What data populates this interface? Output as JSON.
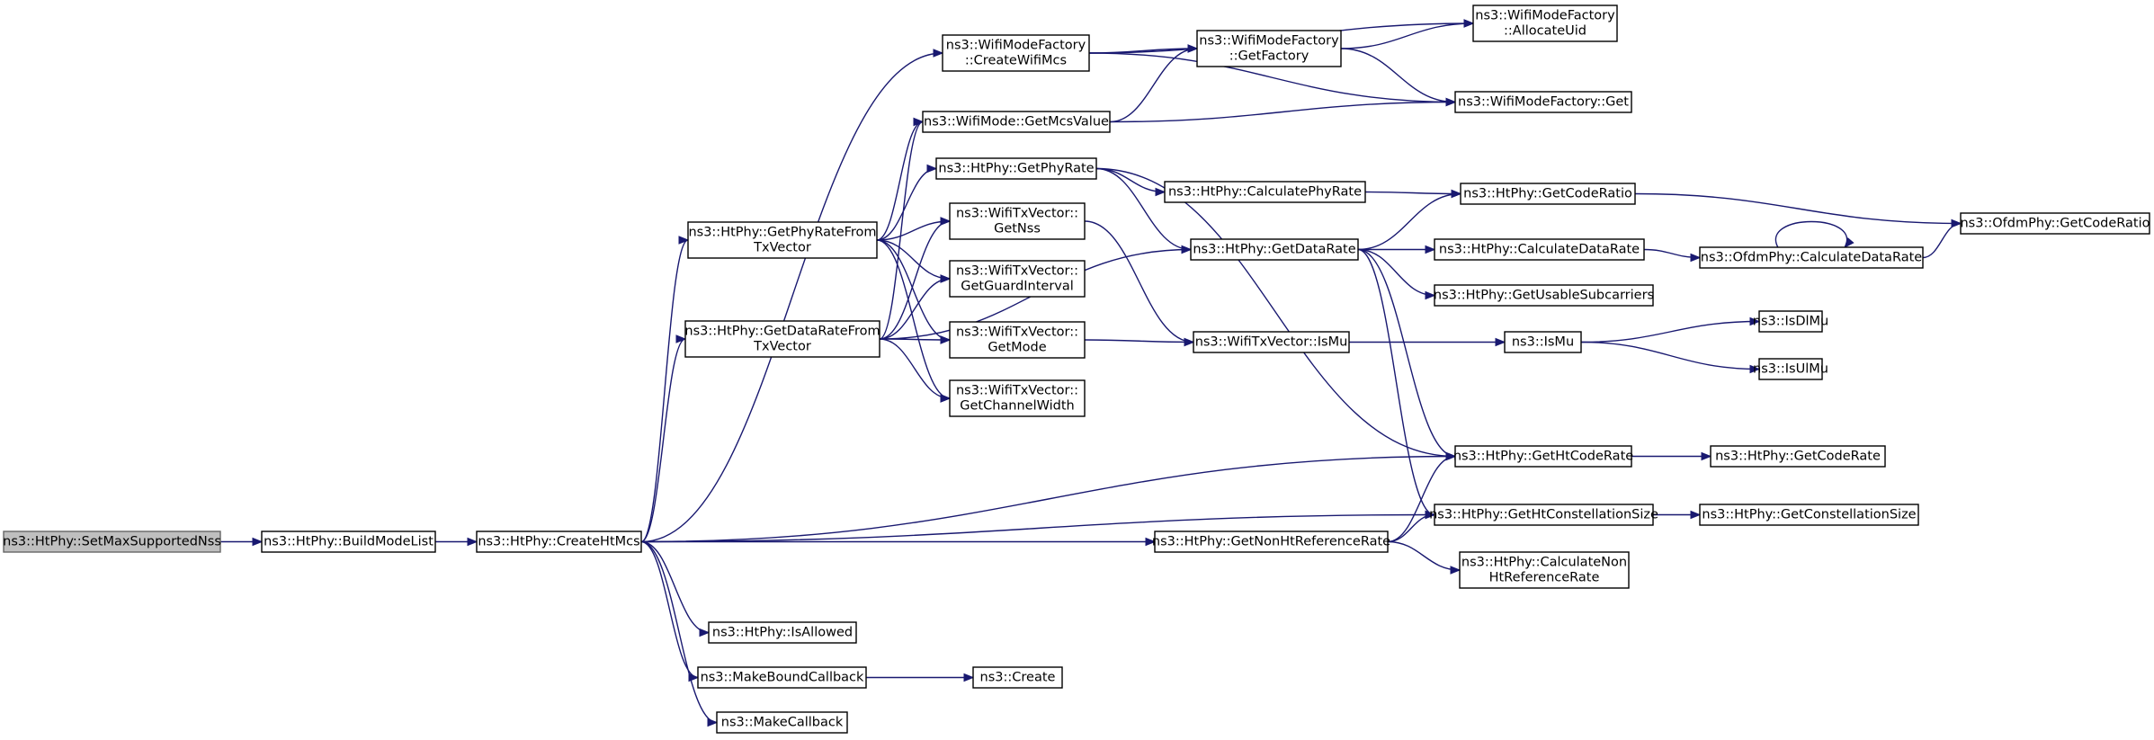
{
  "diagram": {
    "nodes": [
      {
        "id": "SetMaxSupportedNss",
        "lines": [
          "ns3::HtPhy::SetMaxSupportedNss"
        ]
      },
      {
        "id": "BuildModeList",
        "lines": [
          "ns3::HtPhy::BuildModeList"
        ]
      },
      {
        "id": "CreateHtMcs",
        "lines": [
          "ns3::HtPhy::CreateHtMcs"
        ]
      },
      {
        "id": "CreateWifiMcs",
        "lines": [
          "ns3::WifiModeFactory",
          "::CreateWifiMcs"
        ]
      },
      {
        "id": "AllocateUid",
        "lines": [
          "ns3::WifiModeFactory",
          "::AllocateUid"
        ]
      },
      {
        "id": "GetFactory",
        "lines": [
          "ns3::WifiModeFactory",
          "::GetFactory"
        ]
      },
      {
        "id": "FactoryGet",
        "lines": [
          "ns3::WifiModeFactory::Get"
        ]
      },
      {
        "id": "GetMcsValue",
        "lines": [
          "ns3::WifiMode::GetMcsValue"
        ]
      },
      {
        "id": "GetPhyRate",
        "lines": [
          "ns3::HtPhy::GetPhyRate"
        ]
      },
      {
        "id": "CalculatePhyRate",
        "lines": [
          "ns3::HtPhy::CalculatePhyRate"
        ]
      },
      {
        "id": "GetCodeRatio",
        "lines": [
          "ns3::HtPhy::GetCodeRatio"
        ]
      },
      {
        "id": "OfdmGetCodeRatio",
        "lines": [
          "ns3::OfdmPhy::GetCodeRatio"
        ]
      },
      {
        "id": "GetNss",
        "lines": [
          "ns3::WifiTxVector::",
          "GetNss"
        ]
      },
      {
        "id": "GetDataRate",
        "lines": [
          "ns3::HtPhy::GetDataRate"
        ]
      },
      {
        "id": "CalculateDataRate",
        "lines": [
          "ns3::HtPhy::CalculateDataRate"
        ]
      },
      {
        "id": "OfdmCalculateDataRate",
        "lines": [
          "ns3::OfdmPhy::CalculateDataRate"
        ]
      },
      {
        "id": "GetUsableSubcarriers",
        "lines": [
          "ns3::HtPhy::GetUsableSubcarriers"
        ]
      },
      {
        "id": "GetPhyRateFromTxVector",
        "lines": [
          "ns3::HtPhy::GetPhyRateFrom",
          "TxVector"
        ]
      },
      {
        "id": "GetGuardInterval",
        "lines": [
          "ns3::WifiTxVector::",
          "GetGuardInterval"
        ]
      },
      {
        "id": "GetDataRateFromTxVector",
        "lines": [
          "ns3::HtPhy::GetDataRateFrom",
          "TxVector"
        ]
      },
      {
        "id": "GetMode",
        "lines": [
          "ns3::WifiTxVector::",
          "GetMode"
        ]
      },
      {
        "id": "IsMuTx",
        "lines": [
          "ns3::WifiTxVector::IsMu"
        ]
      },
      {
        "id": "IsMu",
        "lines": [
          "ns3::IsMu"
        ]
      },
      {
        "id": "IsDlMu",
        "lines": [
          "ns3::IsDlMu"
        ]
      },
      {
        "id": "IsUlMu",
        "lines": [
          "ns3::IsUlMu"
        ]
      },
      {
        "id": "GetChannelWidth",
        "lines": [
          "ns3::WifiTxVector::",
          "GetChannelWidth"
        ]
      },
      {
        "id": "GetHtCodeRate",
        "lines": [
          "ns3::HtPhy::GetHtCodeRate"
        ]
      },
      {
        "id": "GetCodeRate",
        "lines": [
          "ns3::HtPhy::GetCodeRate"
        ]
      },
      {
        "id": "GetNonHtReferenceRate",
        "lines": [
          "ns3::HtPhy::GetNonHtReferenceRate"
        ]
      },
      {
        "id": "GetHtConstellationSize",
        "lines": [
          "ns3::HtPhy::GetHtConstellationSize"
        ]
      },
      {
        "id": "GetConstellationSize",
        "lines": [
          "ns3::HtPhy::GetConstellationSize"
        ]
      },
      {
        "id": "CalculateNonHtReferenceRate",
        "lines": [
          "ns3::HtPhy::CalculateNon",
          "HtReferenceRate"
        ]
      },
      {
        "id": "IsAllowed",
        "lines": [
          "ns3::HtPhy::IsAllowed"
        ]
      },
      {
        "id": "MakeBoundCallback",
        "lines": [
          "ns3::MakeBoundCallback"
        ]
      },
      {
        "id": "Create",
        "lines": [
          "ns3::Create"
        ]
      },
      {
        "id": "MakeCallback",
        "lines": [
          "ns3::MakeCallback"
        ]
      }
    ],
    "edges": [
      [
        "SetMaxSupportedNss",
        "BuildModeList"
      ],
      [
        "BuildModeList",
        "CreateHtMcs"
      ],
      [
        "CreateHtMcs",
        "CreateWifiMcs"
      ],
      [
        "CreateHtMcs",
        "GetPhyRateFromTxVector"
      ],
      [
        "CreateHtMcs",
        "GetDataRateFromTxVector"
      ],
      [
        "CreateHtMcs",
        "GetHtCodeRate"
      ],
      [
        "CreateHtMcs",
        "GetNonHtReferenceRate"
      ],
      [
        "CreateHtMcs",
        "GetHtConstellationSize"
      ],
      [
        "CreateHtMcs",
        "IsAllowed"
      ],
      [
        "CreateHtMcs",
        "MakeBoundCallback"
      ],
      [
        "CreateHtMcs",
        "MakeCallback"
      ],
      [
        "CreateWifiMcs",
        "AllocateUid"
      ],
      [
        "CreateWifiMcs",
        "GetFactory"
      ],
      [
        "CreateWifiMcs",
        "FactoryGet"
      ],
      [
        "GetFactory",
        "AllocateUid"
      ],
      [
        "GetFactory",
        "FactoryGet"
      ],
      [
        "GetMcsValue",
        "GetFactory"
      ],
      [
        "GetMcsValue",
        "FactoryGet"
      ],
      [
        "GetPhyRate",
        "CalculatePhyRate"
      ],
      [
        "GetPhyRate",
        "GetDataRate"
      ],
      [
        "GetPhyRate",
        "GetHtCodeRate"
      ],
      [
        "CalculatePhyRate",
        "GetCodeRatio"
      ],
      [
        "GetCodeRatio",
        "OfdmGetCodeRatio"
      ],
      [
        "GetDataRate",
        "GetCodeRatio"
      ],
      [
        "GetDataRate",
        "CalculateDataRate"
      ],
      [
        "GetDataRate",
        "GetUsableSubcarriers"
      ],
      [
        "GetDataRate",
        "GetHtCodeRate"
      ],
      [
        "GetDataRate",
        "GetHtConstellationSize"
      ],
      [
        "CalculateDataRate",
        "OfdmCalculateDataRate"
      ],
      [
        "OfdmCalculateDataRate",
        "OfdmCalculateDataRate"
      ],
      [
        "OfdmCalculateDataRate",
        "OfdmGetCodeRatio"
      ],
      [
        "GetPhyRateFromTxVector",
        "GetMcsValue"
      ],
      [
        "GetPhyRateFromTxVector",
        "GetPhyRate"
      ],
      [
        "GetPhyRateFromTxVector",
        "GetNss"
      ],
      [
        "GetPhyRateFromTxVector",
        "GetGuardInterval"
      ],
      [
        "GetPhyRateFromTxVector",
        "GetMode"
      ],
      [
        "GetPhyRateFromTxVector",
        "GetChannelWidth"
      ],
      [
        "GetDataRateFromTxVector",
        "GetMcsValue"
      ],
      [
        "GetDataRateFromTxVector",
        "GetNss"
      ],
      [
        "GetDataRateFromTxVector",
        "GetGuardInterval"
      ],
      [
        "GetDataRateFromTxVector",
        "GetMode"
      ],
      [
        "GetDataRateFromTxVector",
        "GetChannelWidth"
      ],
      [
        "GetDataRateFromTxVector",
        "GetDataRate"
      ],
      [
        "GetNss",
        "IsMuTx"
      ],
      [
        "GetMode",
        "IsMuTx"
      ],
      [
        "IsMuTx",
        "IsMu"
      ],
      [
        "IsMu",
        "IsDlMu"
      ],
      [
        "IsMu",
        "IsUlMu"
      ],
      [
        "GetHtCodeRate",
        "GetCodeRate"
      ],
      [
        "GetNonHtReferenceRate",
        "GetHtCodeRate"
      ],
      [
        "GetNonHtReferenceRate",
        "GetHtConstellationSize"
      ],
      [
        "GetNonHtReferenceRate",
        "CalculateNonHtReferenceRate"
      ],
      [
        "GetHtConstellationSize",
        "GetConstellationSize"
      ],
      [
        "MakeBoundCallback",
        "Create"
      ]
    ],
    "colors": {
      "edge": "#191970",
      "root_fill": "#bfbfbf",
      "node_fill": "#ffffff"
    }
  }
}
